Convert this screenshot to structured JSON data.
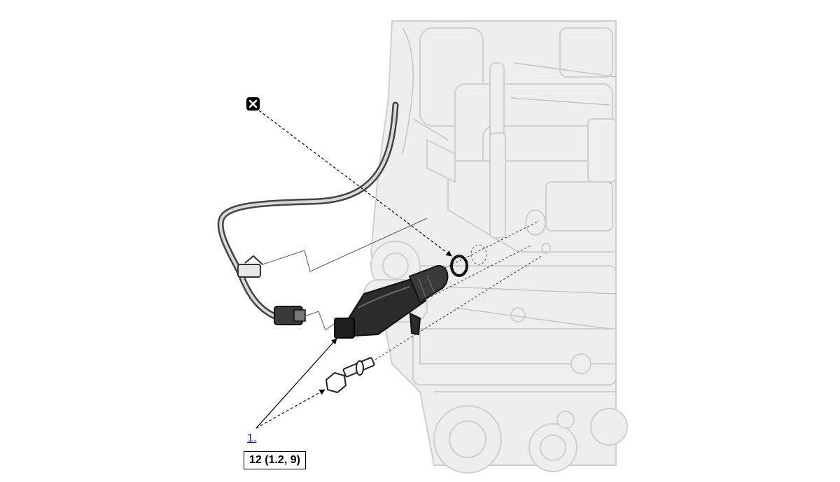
{
  "figure": {
    "step_link_label": "1.",
    "torque_spec": "12 (1.2, 9)",
    "replace_symbol": "✖",
    "icons": [
      "replace-part-icon",
      "o-ring",
      "solenoid-valve",
      "flange-bolt",
      "wire-harness",
      "connector"
    ]
  },
  "colors": {
    "engine_fill": "#eeeeee",
    "engine_line": "#cfcfcf",
    "part_dark": "#2b2b2b",
    "link_blue": "#1a0dcc"
  }
}
